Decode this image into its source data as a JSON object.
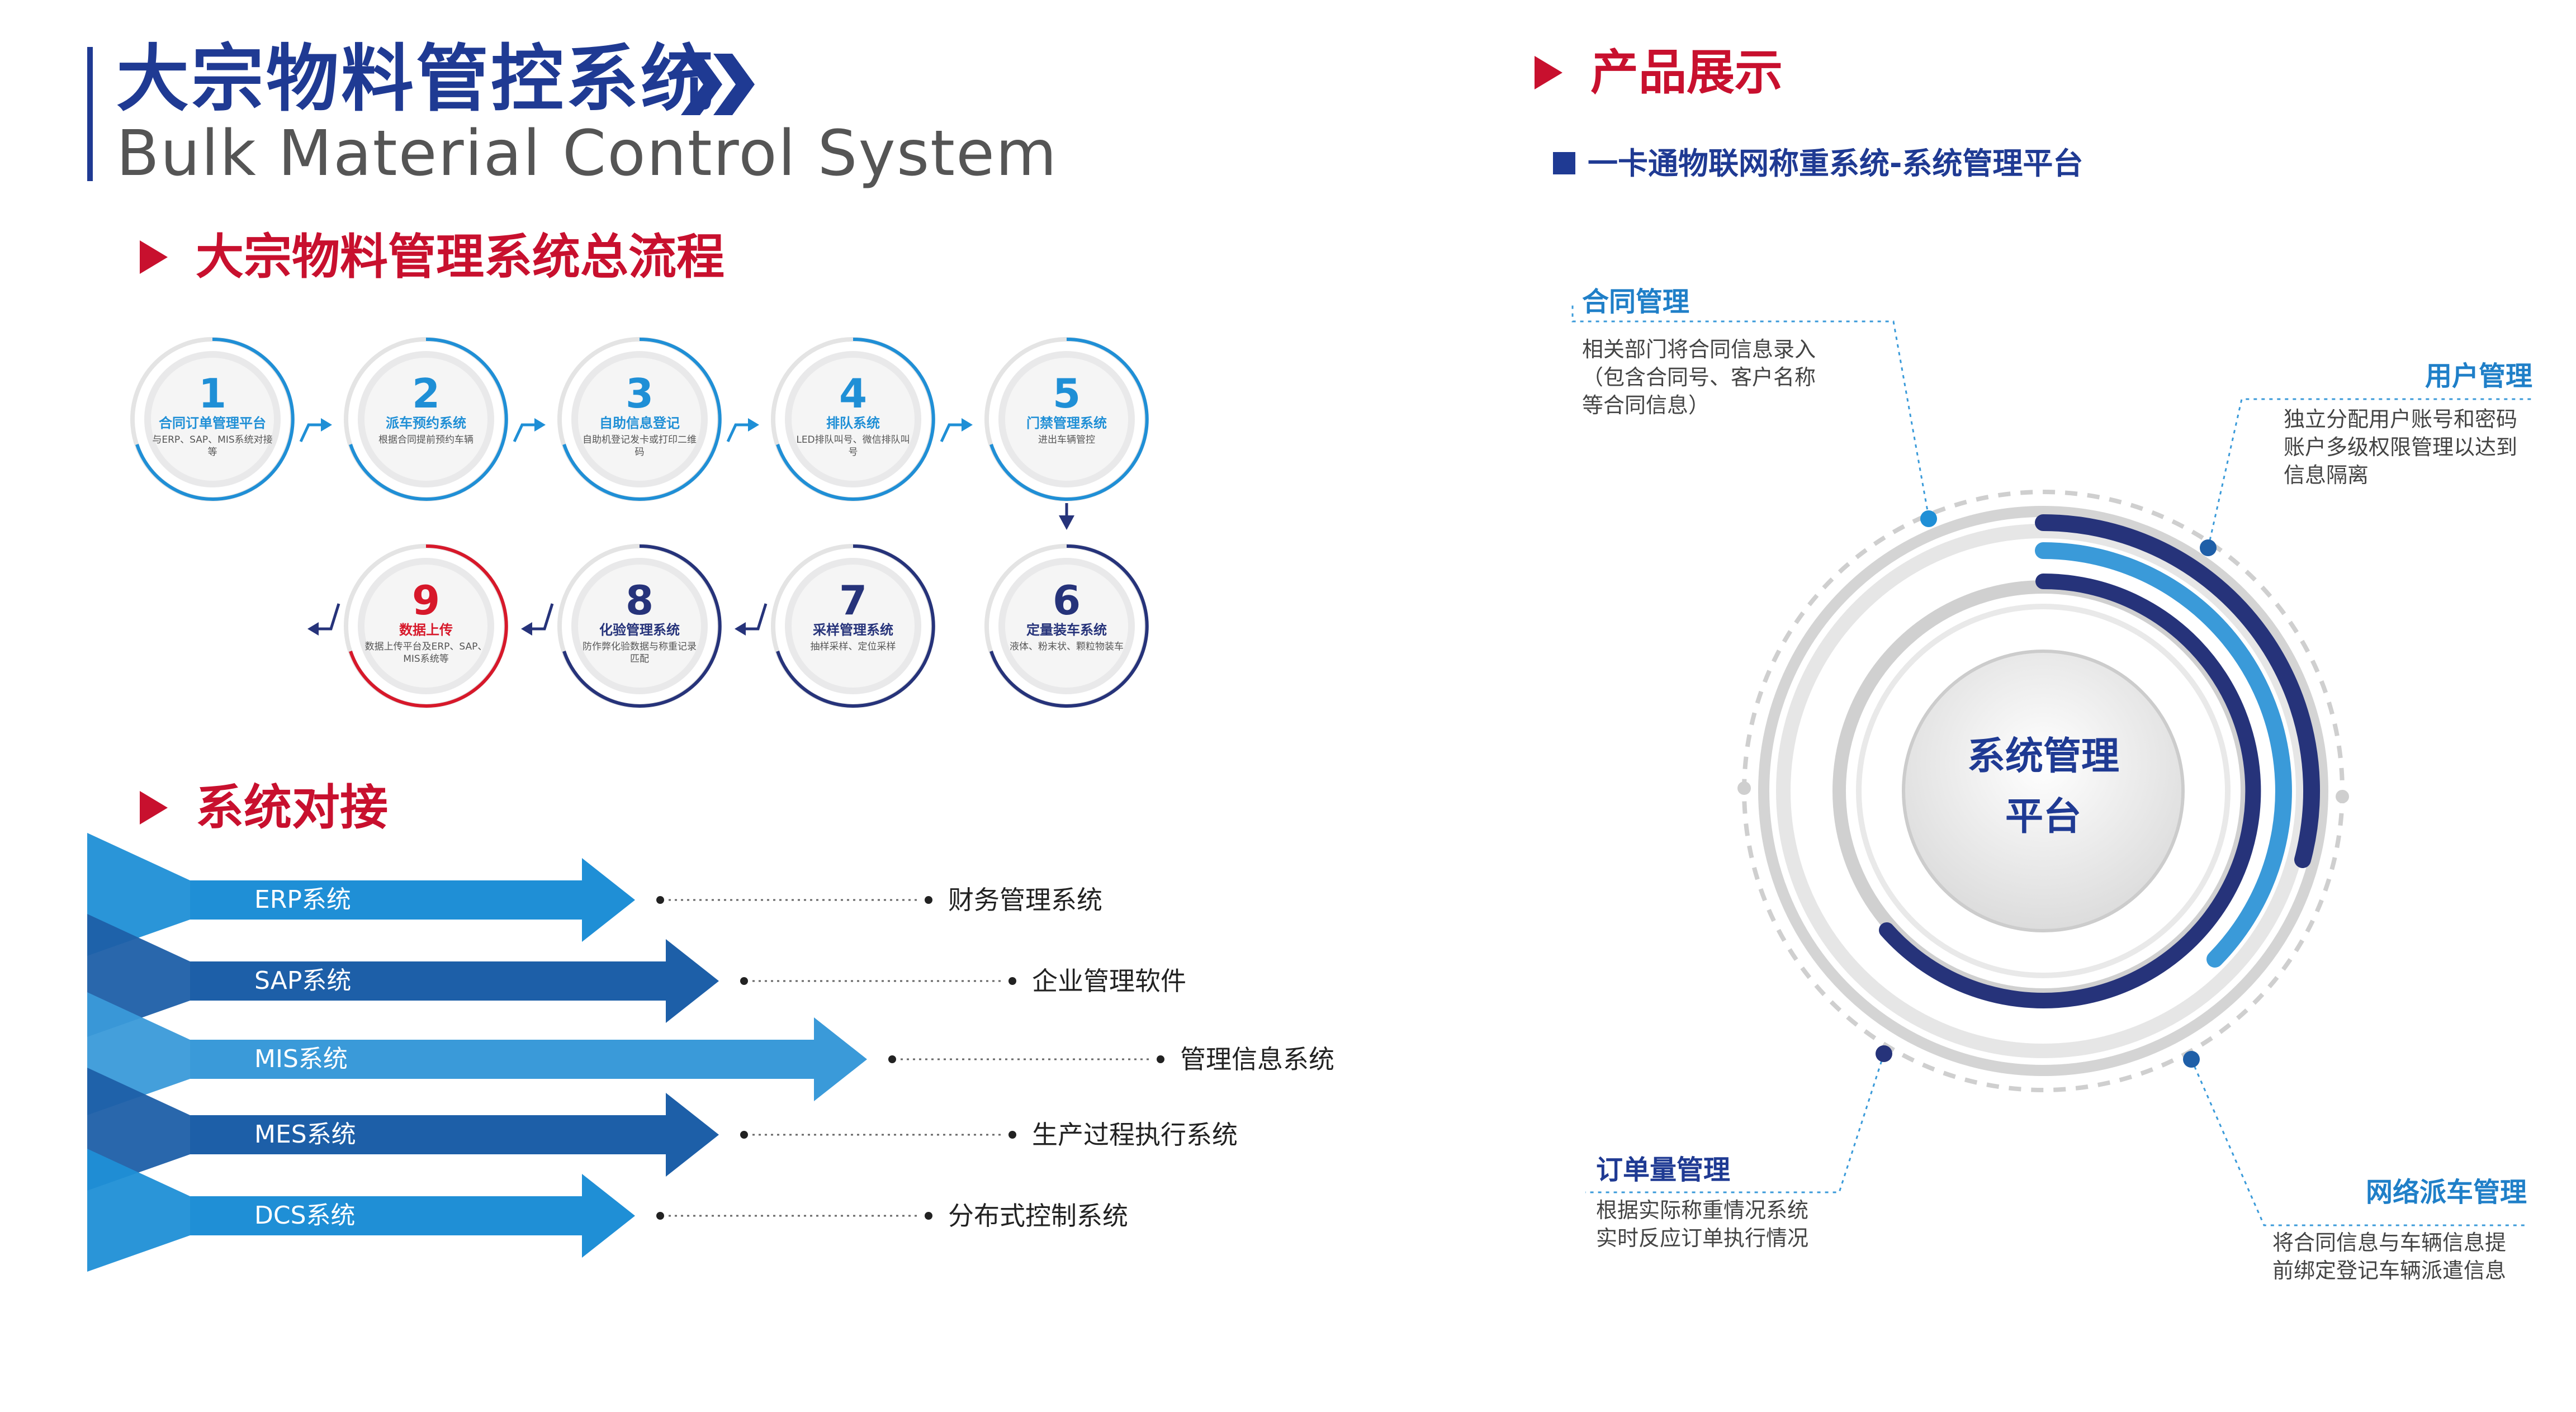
{
  "header": {
    "title_cn": "大宗物料管控系统",
    "title_en": "Bulk Material Control System"
  },
  "flow_section": {
    "heading": "大宗物料管理系统总流程",
    "steps": [
      {
        "num": "1",
        "title": "合同订单管理平台",
        "desc": "与ERP、SAP、MIS系统对接等",
        "color": "#1f8fd6"
      },
      {
        "num": "2",
        "title": "派车预约系统",
        "desc": "根据合同提前预约车辆",
        "color": "#1f8fd6"
      },
      {
        "num": "3",
        "title": "自助信息登记",
        "desc": "自助机登记发卡或打印二维码",
        "color": "#1f8fd6"
      },
      {
        "num": "4",
        "title": "排队系统",
        "desc": "LED排队叫号、微信排队叫号",
        "color": "#1f8fd6"
      },
      {
        "num": "5",
        "title": "门禁管理系统",
        "desc": "进出车辆管控",
        "color": "#1f8fd6"
      },
      {
        "num": "6",
        "title": "定量装车系统",
        "desc": "液体、粉末状、颗粒物装车",
        "color": "#26337a"
      },
      {
        "num": "7",
        "title": "采样管理系统",
        "desc": "抽样采样、定位采样",
        "color": "#26337a"
      },
      {
        "num": "8",
        "title": "化验管理系统",
        "desc": "防作弊化验数据与称重记录匹配",
        "color": "#26337a"
      },
      {
        "num": "9",
        "title": "数据上传",
        "desc": "数据上传平台及ERP、SAP、MIS系统等",
        "color": "#d7182a"
      }
    ]
  },
  "integration_section": {
    "heading": "系统对接",
    "systems": [
      {
        "label": "ERP系统",
        "target": "财务管理系统",
        "color": "#1f8fd6"
      },
      {
        "label": "SAP系统",
        "target": "企业管理软件",
        "color": "#1d5fa8"
      },
      {
        "label": "MIS系统",
        "target": "管理信息系统",
        "color": "#3a9ad9"
      },
      {
        "label": "MES系统",
        "target": "生产过程执行系统",
        "color": "#1d5fa8"
      },
      {
        "label": "DCS系统",
        "target": "分布式控制系统",
        "color": "#1f8fd6"
      }
    ]
  },
  "product_section": {
    "heading": "产品展示",
    "subheading": "一卡通物联网称重系统-系统管理平台",
    "center_line1": "系统管理",
    "center_line2": "平台",
    "callouts": [
      {
        "title": "合同管理",
        "desc": "相关部门将合同信息录入（包含合同号、客户名称等合同信息）"
      },
      {
        "title": "用户管理",
        "desc": "独立分配用户账号和密码账户多级权限管理以达到信息隔离"
      },
      {
        "title": "订单量管理",
        "desc": "根据实际称重情况系统实时反应订单执行情况"
      },
      {
        "title": "网络派车管理",
        "desc": "将合同信息与车辆信息提前绑定登记车辆派遣信息"
      }
    ]
  }
}
